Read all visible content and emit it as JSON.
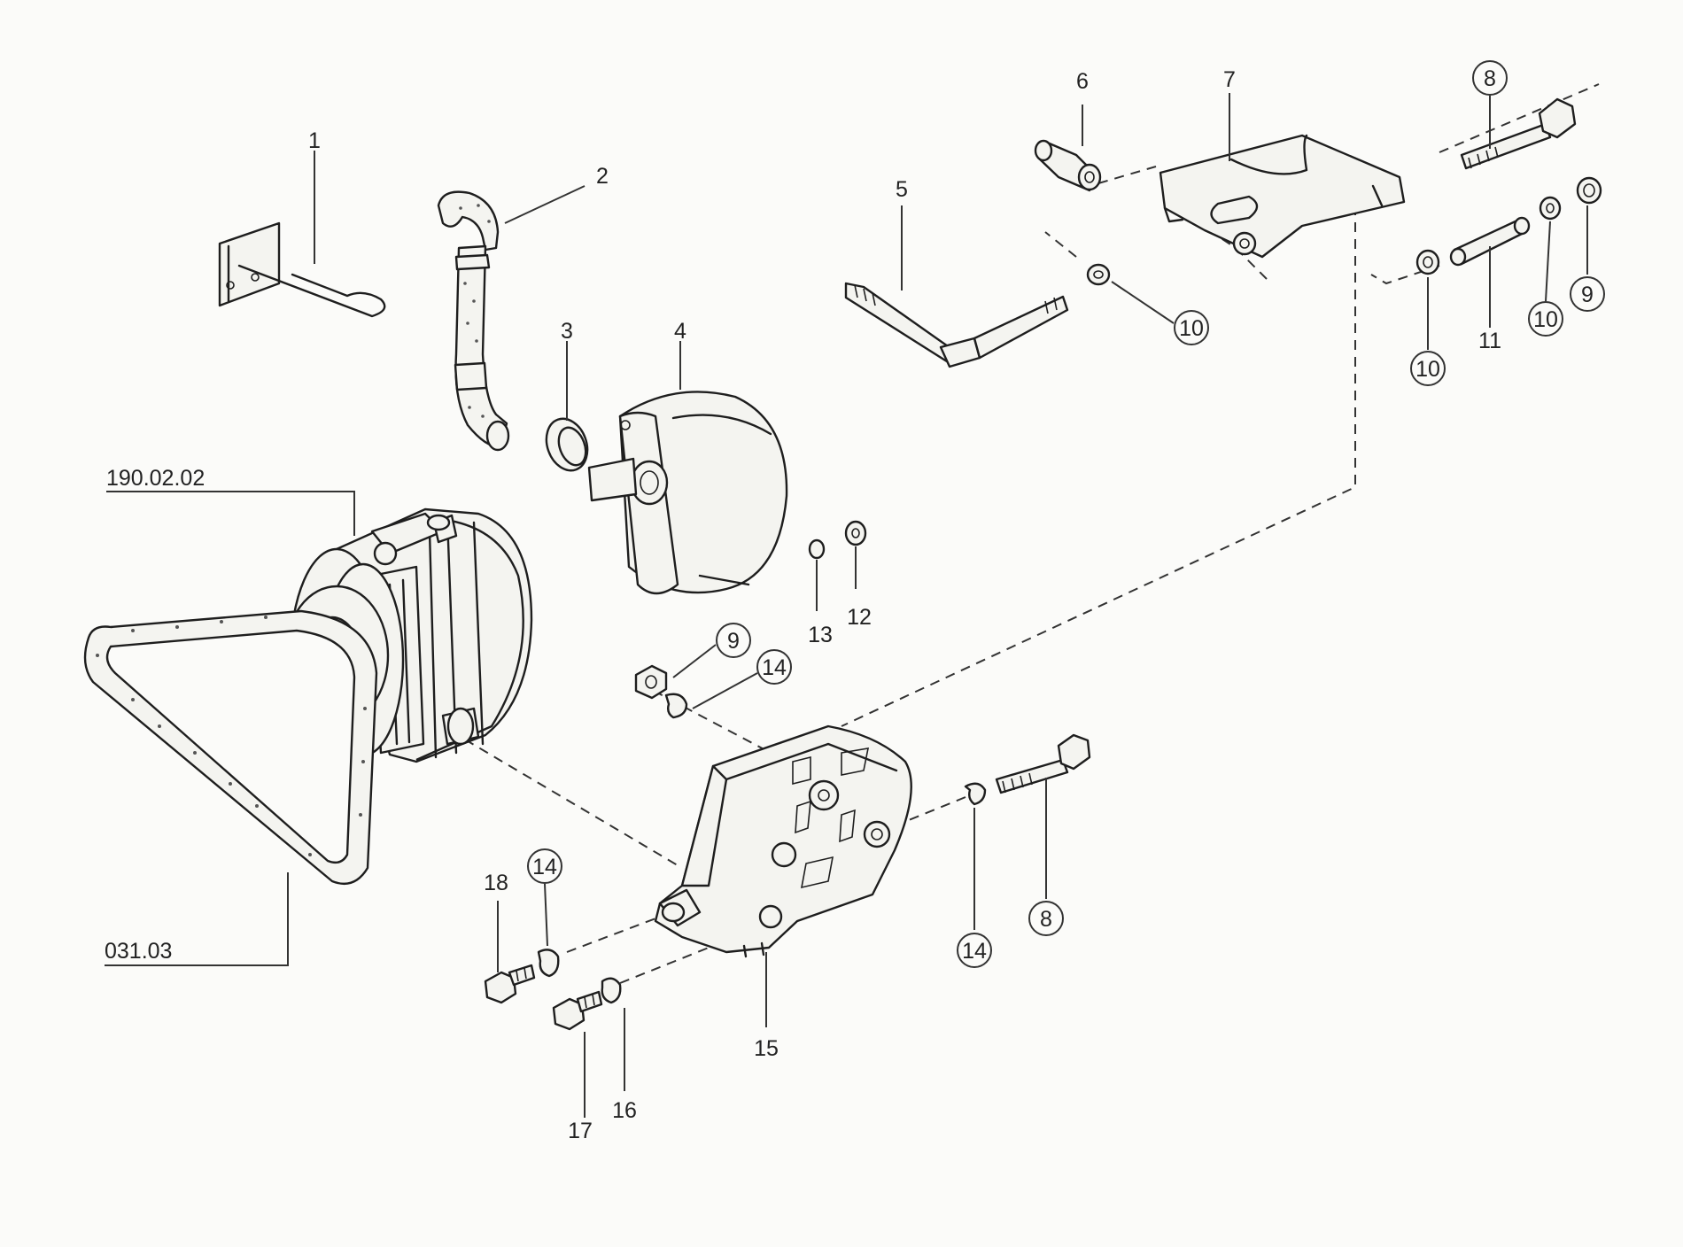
{
  "callouts": [
    {
      "label": "1"
    },
    {
      "label": "2"
    },
    {
      "label": "3"
    },
    {
      "label": "4"
    },
    {
      "label": "5"
    },
    {
      "label": "6"
    },
    {
      "label": "7"
    },
    {
      "label": "8"
    },
    {
      "label": "9"
    },
    {
      "label": "10"
    },
    {
      "label": "10"
    },
    {
      "label": "10"
    },
    {
      "label": "11"
    },
    {
      "label": "12"
    },
    {
      "label": "13"
    },
    {
      "label": "9"
    },
    {
      "label": "14"
    },
    {
      "label": "14"
    },
    {
      "label": "14"
    },
    {
      "label": "8"
    },
    {
      "label": "15"
    },
    {
      "label": "16"
    },
    {
      "label": "17"
    },
    {
      "label": "18"
    }
  ],
  "references": {
    "alternator": "190.02.02",
    "belt": "031.03"
  }
}
